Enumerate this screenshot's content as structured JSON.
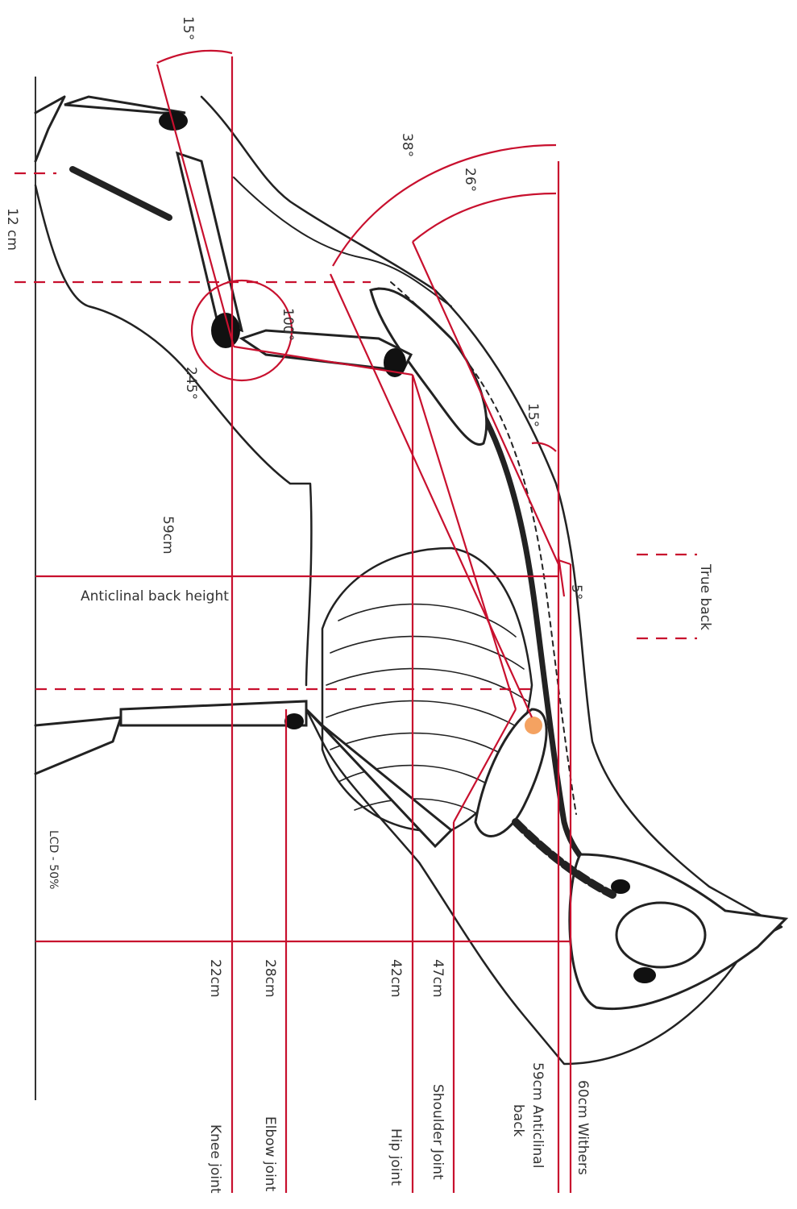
{
  "angles": {
    "hind_top": "15°",
    "pelvis_outer": "38°",
    "pelvis_inner": "26°",
    "stifle": "100°",
    "hock": "245°",
    "croup": "15°",
    "back": "5°"
  },
  "measurements": {
    "hock_length": "12 cm",
    "anticlinal_height_value": "59cm",
    "anticlinal_back_height": "Anticlinal back height",
    "true_back": "True back",
    "lcd": "LCD - 50%"
  },
  "columns": [
    {
      "value": "22cm",
      "label": "Knee joint"
    },
    {
      "value": "28cm",
      "label": "Elbow joint"
    },
    {
      "value": "42cm",
      "label": "Hip joint"
    },
    {
      "value": "47cm",
      "label": "Shoulder Joint"
    },
    {
      "value": "59cm Anticlinal",
      "label": "back"
    },
    {
      "value": "60cm Withers",
      "label": ""
    }
  ],
  "colors": {
    "measure_line": "#c8102e",
    "skeleton": "#222222",
    "marker": "#f4a261"
  }
}
